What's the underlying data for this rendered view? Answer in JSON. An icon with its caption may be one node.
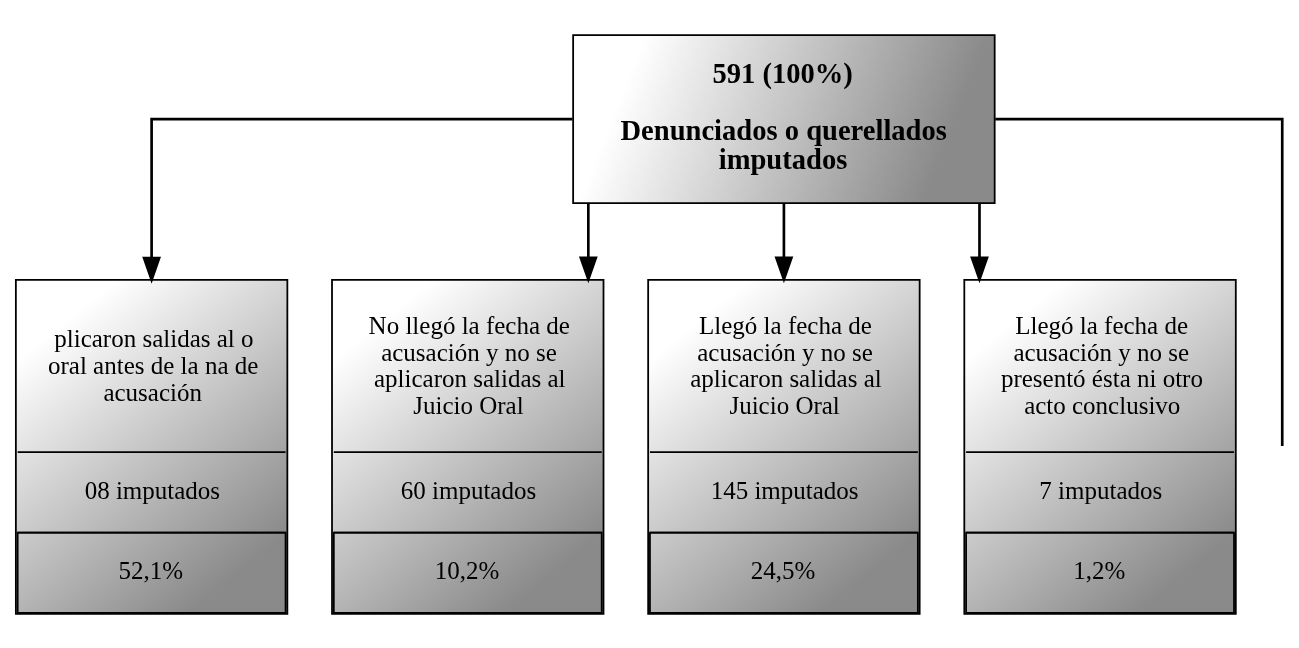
{
  "diagram": {
    "nodes": [
      {
        "text": [
          "591 (100%)",
          "Denunciados o querellados imputados"
        ]
      },
      {
        "text": [
          "plicaron salidas al o oral antes de la na de acusación",
          "08 imputados",
          "52,1%"
        ]
      },
      {
        "text": [
          "No llegó la fecha de acusación y no se aplicaron salidas al Juicio Oral",
          "60 imputados",
          "10,2%"
        ]
      },
      {
        "text": [
          "Llegó la fecha de acusación y no se aplicaron salidas al Juicio Oral",
          "145 imputados",
          "24,5%"
        ]
      },
      {
        "text": [
          "Llegó la fecha de acusación y no se presentó ésta ni otro acto conclusivo",
          "7 imputados",
          "1,2%"
        ]
      }
    ],
    "edges": [
      {
        "from": 0,
        "to": 1,
        "arrow": "to"
      },
      {
        "from": 0,
        "to": 2,
        "arrow": "to"
      },
      {
        "from": 0,
        "to": 3,
        "arrow": "to"
      },
      {
        "from": 0,
        "to": 4,
        "arrow": "to"
      },
      {
        "from": 0,
        "to": null,
        "arrow": "none"
      }
    ]
  }
}
